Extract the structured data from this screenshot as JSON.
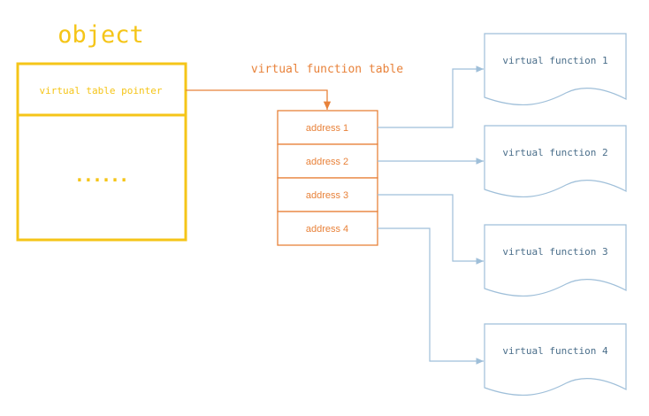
{
  "object": {
    "title": "object",
    "pointer_label": "virtual table pointer",
    "body_label": "......"
  },
  "vtable": {
    "title": "virtual function table",
    "entries": [
      "address 1",
      "address 2",
      "address 3",
      "address 4"
    ]
  },
  "functions": [
    "virtual function 1",
    "virtual function 2",
    "virtual function 3",
    "virtual function 4"
  ],
  "colors": {
    "object": "#f5c518",
    "vtable": "#e8823a",
    "function": "#9fbfd9",
    "function_text": "#4a6e8a",
    "arrow": "#9fbfd9"
  }
}
